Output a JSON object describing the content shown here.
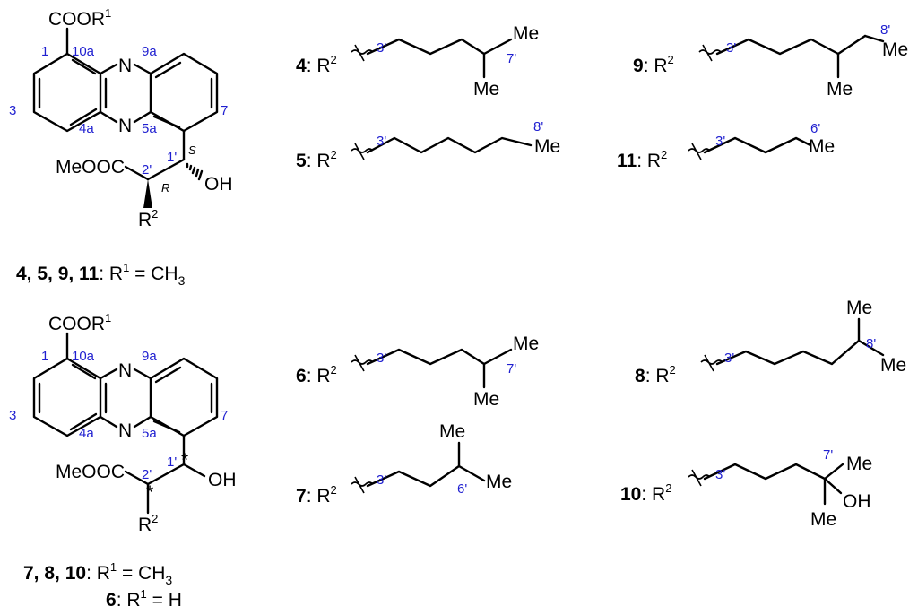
{
  "structure_top": {
    "coor": "COOR",
    "coor_sup": "1",
    "n_top": "N",
    "n_bottom": "N",
    "loc_1": "1",
    "loc_10a": "10a",
    "loc_9a": "9a",
    "loc_3": "3",
    "loc_4a": "4a",
    "loc_5a": "5a",
    "loc_7": "7",
    "loc_1p": "1'",
    "loc_2p": "2'",
    "stereo_s": "S",
    "stereo_r": "R",
    "ester": "MeOOC",
    "oh": "OH",
    "r": "R",
    "r_sup": "2"
  },
  "caption_top": {
    "compounds": "4, 5, 9, 11",
    "text": ": R",
    "sup": "1",
    "eq": " = CH",
    "sub": "3"
  },
  "structure_bottom": {
    "coor": "COOR",
    "coor_sup": "1",
    "n_top": "N",
    "n_bottom": "N",
    "loc_1": "1",
    "loc_10a": "10a",
    "loc_9a": "9a",
    "loc_3": "3",
    "loc_4a": "4a",
    "loc_5a": "5a",
    "loc_7": "7",
    "loc_1p": "1'",
    "loc_2p": "2'",
    "star1": "*",
    "star2": "*",
    "ester": "MeOOC",
    "oh": "OH",
    "r": "R",
    "r_sup": "2"
  },
  "caption_bottom_1": {
    "compounds": "7, 8, 10",
    "text": ": R",
    "sup": "1",
    "eq": " = CH",
    "sub": "3"
  },
  "caption_bottom_2": {
    "compounds": "6",
    "text": ": R",
    "sup": "1",
    "eq": " = H"
  },
  "side_chains": [
    {
      "id": "4",
      "label": "R",
      "sup": "2",
      "loc_a": "3'",
      "loc_b": "7'",
      "me1": "Me",
      "me2": "Me"
    },
    {
      "id": "5",
      "label": "R",
      "sup": "2",
      "loc_a": "3'",
      "loc_b": "8'",
      "me1": "Me"
    },
    {
      "id": "9",
      "label": "R",
      "sup": "2",
      "loc_a": "3'",
      "loc_b": "8'",
      "me1": "Me",
      "me2": "Me"
    },
    {
      "id": "11",
      "label": "R",
      "sup": "2",
      "loc_a": "3'",
      "loc_b": "6'",
      "me1": "Me"
    },
    {
      "id": "6",
      "label": "R",
      "sup": "2",
      "loc_a": "3'",
      "loc_b": "7'",
      "me1": "Me",
      "me2": "Me"
    },
    {
      "id": "8",
      "label": "R",
      "sup": "2",
      "loc_a": "3'",
      "loc_b": "8'",
      "me1": "Me",
      "me2": "Me"
    },
    {
      "id": "7",
      "label": "R",
      "sup": "2",
      "loc_a": "3'",
      "loc_b": "6'",
      "me1": "Me",
      "me2": "Me"
    },
    {
      "id": "10",
      "label": "R",
      "sup": "2",
      "loc_a": "3'",
      "loc_b": "7'",
      "me1": "Me",
      "me2": "Me",
      "oh": "OH"
    }
  ]
}
